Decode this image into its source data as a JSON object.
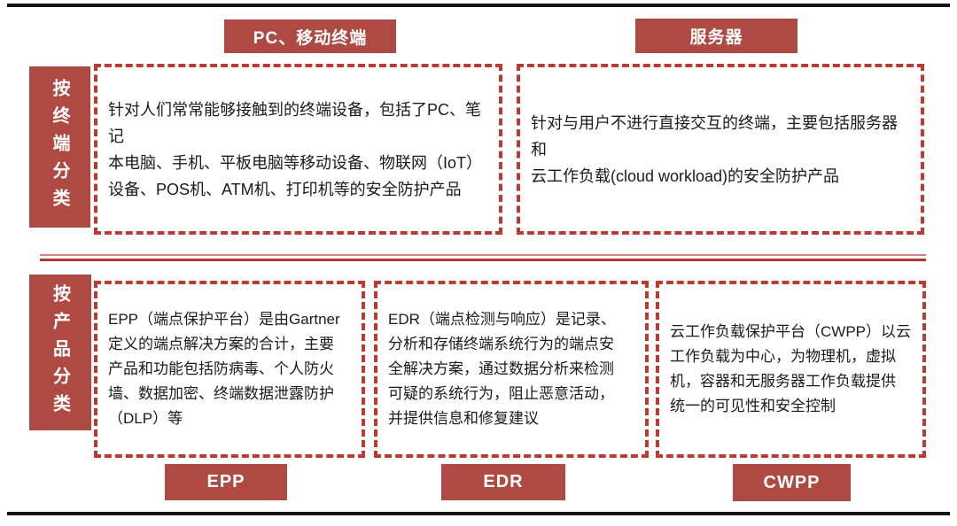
{
  "palette": {
    "red_fill": "#AE4A43",
    "red_dash": "#BC3A2F",
    "divider_red": "#B2392F",
    "rule_black": "#141414",
    "text_black": "#1a1a1a",
    "label_text_white": "#ffffff"
  },
  "headers": {
    "terminal_pc_mobile": "PC、移动终端",
    "terminal_server": "服务器"
  },
  "rows": {
    "by_terminal": {
      "side_label": "按终端分类",
      "boxes": {
        "pc_mobile_desc": "针对人们常常能够接触到的终端设备，包括了PC、笔记\n本电脑、手机、平板电脑等移动设备、物联网（IoT）\n设备、POS机、ATM机、打印机等的安全防护产品",
        "server_desc": "针对与用户不进行直接交互的终端，主要包括服务器和\n云工作负载(cloud workload)的安全防护产品"
      }
    },
    "by_product": {
      "side_label": "按产品分类",
      "boxes": {
        "epp_desc": "EPP（端点保护平台）是由Gartner\n定义的端点解决方案的合计，主要\n产品和功能包括防病毒、个人防火\n墙、数据加密、终端数据泄露防护\n（DLP）等",
        "edr_desc": "EDR（端点检测与响应）是记录、\n分析和存储终端系统行为的端点安\n全解决方案，通过数据分析来检测\n可疑的系统行为，阻止恶意活动，\n并提供信息和修复建议",
        "cwpp_desc": "云工作负载保护平台（CWPP）以云\n工作负载为中心，为物理机，虚拟\n机，容器和无服务器工作负载提供\n统一的可见性和安全控制"
      }
    }
  },
  "tags": {
    "epp": "EPP",
    "edr": "EDR",
    "cwpp": "CWPP"
  }
}
